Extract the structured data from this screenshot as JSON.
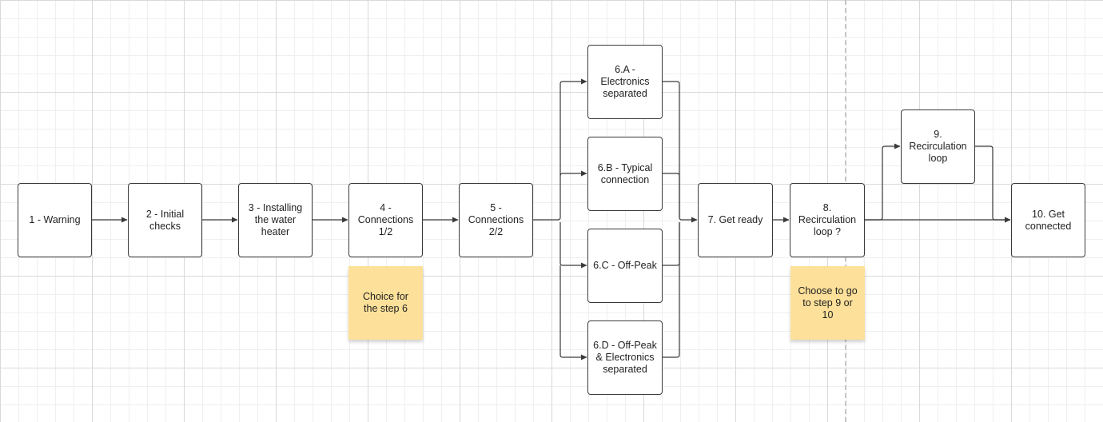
{
  "nodes": {
    "warning": "1 - Warning",
    "initial_checks": "2 - Initial\nchecks",
    "installing": "3 - Installing\nthe water\nheater",
    "connections_1": "4 -\nConnections\n1/2",
    "connections_2": "5 -\nConnections\n2/2",
    "electronics_separated": "6.A -\nElectronics\nseparated",
    "typical_connection": "6.B - Typical\nconnection",
    "off_peak": "6.C - Off-Peak",
    "off_peak_electronics": "6.D - Off-Peak\n& Electronics\nseparated",
    "get_ready": "7. Get ready",
    "recirculation_question": "8.\nRecirculation\nloop ?",
    "recirculation_loop": "9.\nRecirculation\nloop",
    "get_connected": "10. Get\nconnected"
  },
  "notes": {
    "step6_choice": "Choice for\nthe step 6",
    "step9_or_10": "Choose to go\nto step 9 or\n10"
  },
  "colors": {
    "sticky_note": "#fde19a",
    "connector": "#3a3a3a",
    "grid": "#d9d9d9"
  }
}
